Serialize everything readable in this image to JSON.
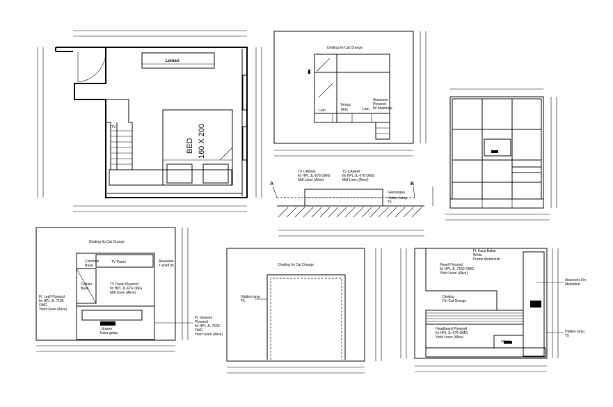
{
  "plan": {
    "wardrobe_label": "Lemari",
    "bed_label": "BED",
    "bed_size": "160 X 200",
    "tv_label": "TV"
  },
  "front_elevation": {
    "title": "Dinding fin Cat Orange",
    "lamp_left": "Lam",
    "lamp_right": "Lam",
    "center_label": "Tempa",
    "center_label2": "Mdn",
    "right_note1": "Aksesoris",
    "right_note2": "Plywood",
    "right_note3": "fin hitam/ww"
  },
  "section": {
    "marker_a": "A",
    "marker_b": "B",
    "tv_cabinet_1": "TV CAbinet",
    "tv_cabinet_1_fin": "fin HPL JL-676 OMG",
    "tv_cabinet_1_sub": "Mdf Linen (Alive)",
    "tv_cabinet_2": "TV CAbinet",
    "tv_cabinet_2_fin": "fin HPL JL-676 OMG",
    "tv_cabinet_2_sub": "Mdf Linen (Alive)",
    "right_note1": "Gantungan",
    "right_note2": "Hidden lamp",
    "right_note3": "T5"
  },
  "tv_wall": {
    "title": "Dinding fin Cat Orange",
    "tv_panel": "TV Panel",
    "left_note1": "Common",
    "left_note2": "Base",
    "curtain1": "Curtain",
    "curtain2": "Base",
    "panel_note1": "TV Panel Plywood",
    "panel_note2": "fin HPL JL-676 OMG",
    "panel_note3": "Mdl Linen (Alive)",
    "right_note1": "Aksesoris",
    "right_note2": "T-shelf fin",
    "side_note1": "Fl. Leaf Plywood",
    "side_note2": "fin HPL JL-7165",
    "side_note3": "OMG",
    "side_note4": "Yield Linen (Alive)",
    "bottom_note1": "drawer",
    "bottom_note2": "Kaca gelap",
    "far_note1": "Fl. Glasses",
    "far_note2": "Plywood",
    "far_note3": "fin HPL JL-7165",
    "far_note4": "OMG",
    "far_note5": "Yield Linen (Alive)"
  },
  "door_wall": {
    "title": "Dinding fin Cat Orange",
    "note1": "Hidden lamp",
    "note2": "T5"
  },
  "headboard": {
    "top_note1": "Fl. Kaca Bakar",
    "top_note2": "White",
    "top_note3": "Frame Aluminium",
    "panel1": "Panel Plywood",
    "panel2": "fin HPL JL-7165 OMG",
    "panel3": "Yield Linen (Alive)",
    "wall1": "Dinding",
    "wall2": "Fin Cat Orange",
    "head1": "Headboard Plywood",
    "head2": "fin HPL JL-676 OMG",
    "head3": "Yield Linen (Alive)",
    "right1": "Aksesoris Fin",
    "right2": "Melamine",
    "lamp1": "Hidden lamp",
    "lamp2": "T5",
    "bottom1": "nakas"
  }
}
